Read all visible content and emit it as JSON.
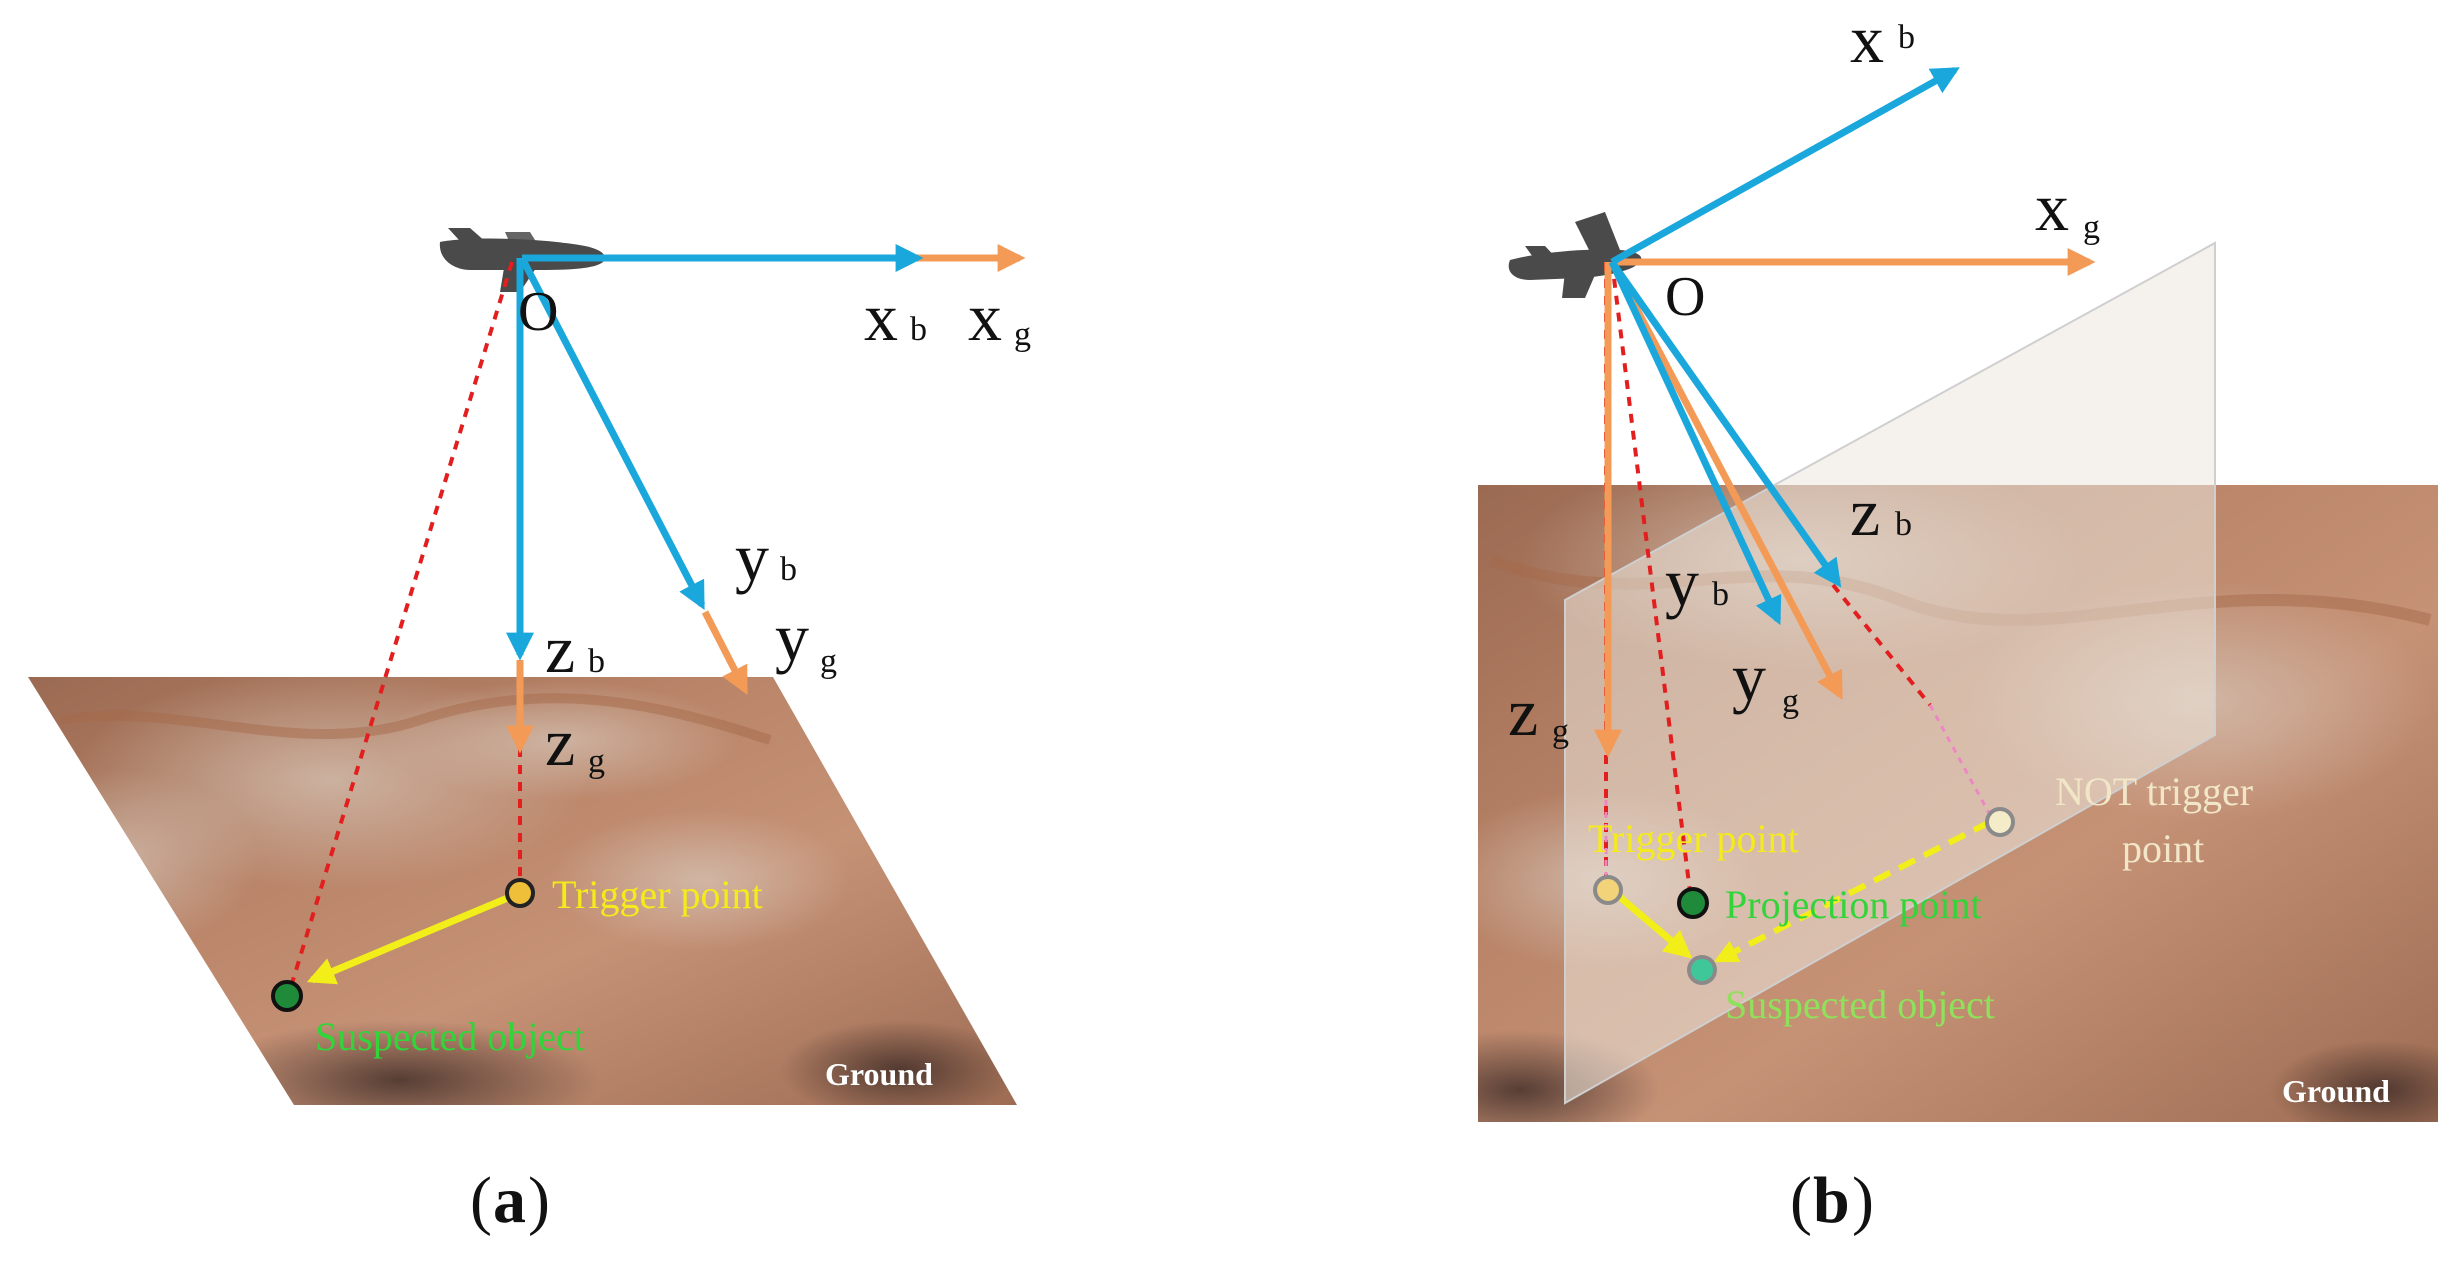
{
  "colors": {
    "body_axis": "#1aa7dc",
    "ground_axis": "#f39a57",
    "ray": "#e21e1e",
    "ray_faint": "#ee86c4",
    "trigger": "#f0bf3a",
    "trigger_text": "#f4ea1c",
    "projection": "#1f8a3a",
    "object_text": "#33d43a",
    "object_text_b": "#8fe05a",
    "not_trigger_text": "#f1e6c8",
    "move_arrow": "#f2ee1a",
    "ground_fill": "#b07a5c",
    "aircraft": "#4a4a4a"
  },
  "panel_a": {
    "caption": "a",
    "origin": "O",
    "axes": {
      "xb": "x",
      "xb_sub": "b",
      "xg": "x",
      "xg_sub": "g",
      "yb": "y",
      "yb_sub": "b",
      "yg": "y",
      "yg_sub": "g",
      "zb": "z",
      "zb_sub": "b",
      "zg": "z",
      "zg_sub": "g"
    },
    "labels": {
      "trigger": "Trigger point",
      "object": "Suspected object",
      "ground": "Ground"
    }
  },
  "panel_b": {
    "caption": "b",
    "origin": "O",
    "axes": {
      "xb": "x",
      "xb_sub": "b",
      "xg": "x",
      "xg_sub": "g",
      "yb": "y",
      "yb_sub": "b",
      "yg": "y",
      "yg_sub": "g",
      "zb": "z",
      "zb_sub": "b",
      "zg": "z",
      "zg_sub": "g"
    },
    "labels": {
      "trigger": "Trigger point",
      "projection": "Projection point",
      "object": "Suspected object",
      "not_trigger_1": "NOT trigger",
      "not_trigger_2": "point",
      "ground": "Ground"
    }
  }
}
